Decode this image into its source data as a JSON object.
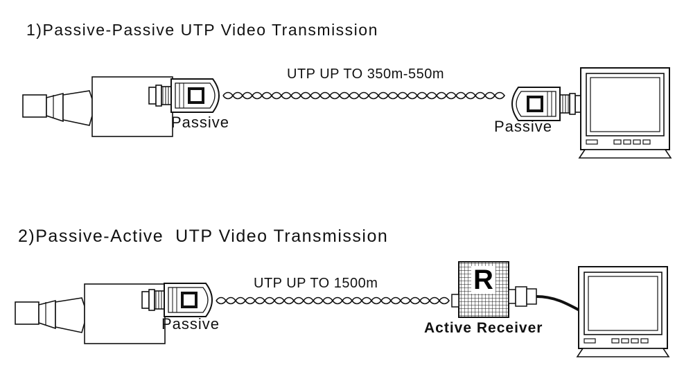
{
  "section1": {
    "title_num": "1)",
    "title_a": "Passive",
    "title_dash": "-",
    "title_b": "Passive",
    "title_rest": " UTP Video Transmission",
    "cable_label": "UTP UP TO 350m-550m",
    "left_device_label": "Passive",
    "right_device_label": "Passive"
  },
  "section2": {
    "title_num": "2)",
    "title_a": "Passive",
    "title_dash": "-",
    "title_b": "Active",
    "title_rest": "  UTP Video Transmission",
    "cable_label": "UTP UP TO 1500m",
    "left_device_label": "Passive",
    "receiver_letter": "R",
    "receiver_label": "Active Receiver"
  },
  "icons": [
    "camera-icon",
    "passive-balun-icon",
    "twisted-pair-cable-icon",
    "active-receiver-icon",
    "monitor-icon"
  ]
}
